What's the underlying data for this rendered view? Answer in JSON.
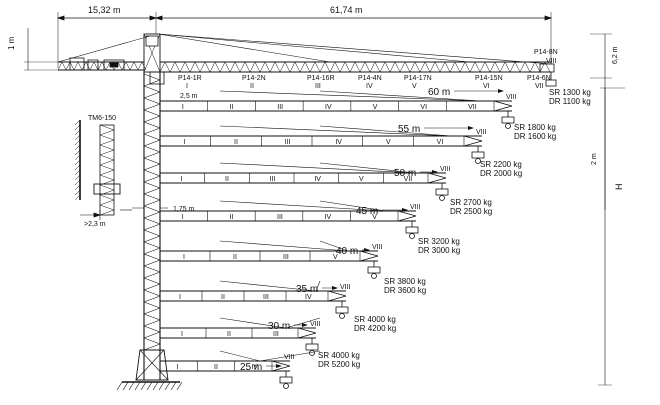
{
  "dimensions": {
    "counter_jib": "15,32  m",
    "jib": "61,74  m",
    "top_height": "1  m",
    "head_height": "6,2  m",
    "climb_step": "2  m",
    "hook_height": "H",
    "sections_offset": "2,5  m",
    "mast_width": "1,75  m",
    "wall_gap": ">2,3  m"
  },
  "tie_label": "TM6-150",
  "jib_sections": [
    "P14-1R",
    "P14-2N",
    "P14-16R",
    "P14-4N",
    "P14-17N",
    "P14-15N",
    "P14-6N",
    "P14-8N"
  ],
  "section_numerals": [
    "I",
    "II",
    "III",
    "IV",
    "V",
    "VI",
    "VII",
    "VIII"
  ],
  "configurations": [
    {
      "radius": "60  m",
      "sr": "SR  1300 kg",
      "dr": "DR  1100 kg",
      "sections": [
        "I",
        "II",
        "III",
        "IV",
        "V",
        "VI",
        "VII",
        "VIII"
      ]
    },
    {
      "radius": "55  m",
      "sr": "SR  1800 kg",
      "dr": "DR  1600 kg",
      "sections": [
        "I",
        "II",
        "III",
        "IV",
        "V",
        "VI",
        "VIII"
      ]
    },
    {
      "radius": "50  m",
      "sr": "SR  2200 kg",
      "dr": "DR  2000 kg",
      "sections": [
        "I",
        "II",
        "III",
        "IV",
        "V",
        "VII",
        "VIII"
      ]
    },
    {
      "radius": "45  m",
      "sr": "SR  2700 kg",
      "dr": "DR  2500 kg",
      "sections": [
        "I",
        "II",
        "III",
        "IV",
        "V",
        "VIII"
      ]
    },
    {
      "radius": "40  m",
      "sr": "SR  3200 kg",
      "dr": "DR  3000 kg",
      "sections": [
        "I",
        "II",
        "III",
        "V",
        "VIII"
      ]
    },
    {
      "radius": "35  m",
      "sr": "SR  3800 kg",
      "dr": "DR  3600 kg",
      "sections": [
        "I",
        "II",
        "III",
        "IV",
        "VIII"
      ]
    },
    {
      "radius": "30  m",
      "sr": "SR  4000 kg",
      "dr": "DR  4200 kg",
      "sections": [
        "I",
        "II",
        "III",
        "VIII"
      ]
    },
    {
      "radius": "25  m",
      "sr": "SR  4000 kg",
      "dr": "DR  5200 kg",
      "sections": [
        "I",
        "II",
        "IV",
        "VIII"
      ]
    }
  ]
}
